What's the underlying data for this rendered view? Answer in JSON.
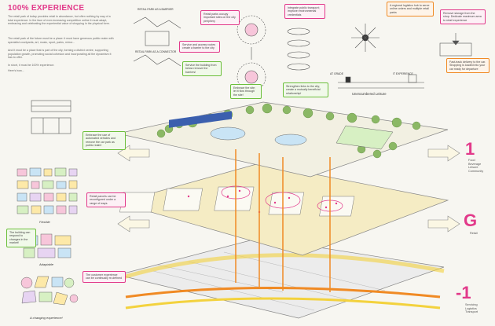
{
  "title": "100% EXPERIENCE",
  "intro": {
    "p1": "The retail park of today provides retail in abundance, but often nothing by way of a total experience. In the face of ever-increasing competition online it must adapt, embracing and celebrating the experiential value of shopping in the physical form.",
    "p2": "The retail park of the future must be a place: it must have generous public realm with specialist courtyards, art, music, sport, parks, mirror...",
    "p3": "And it must be a place that is part of the city, forming a district centre, supporting population growth, promoting social cohesion and incorporating all the dynamism it has to offer.",
    "p4": "In short, it must be 100% experience.",
    "p5": "Here's how..."
  },
  "left_notes": {
    "embrace": "Embrace the use of automated vehicles and remove the car park as public realm!",
    "parcels": "Retail parcels can be reconfigured under a range of ways.",
    "building": "The building can respond to changes in the market!",
    "customer": "The customer experience can be continually re-defined"
  },
  "left_captions": {
    "flexible": "Flexible",
    "adaptable": "Adaptable",
    "changing": "A changing experience!"
  },
  "sketch_labels": {
    "a": "RETAIL PARK AS A BARRIER",
    "b": "RETAIL PARK AS A CONNECTOR",
    "c": "AT GRADE",
    "d": "IT EXPERIENCE"
  },
  "top_notes": {
    "retail_parks": "Retail parks occupy important sites on the city periphery",
    "service": "Service and access routes create a barrier to the city",
    "service_building": "Service the building from below remove the barriers!",
    "embrace_site": "Embrace the site; let it flow through the site!",
    "integrate": "Integrate public transport; improve environmental credentials",
    "strengthen": "Strengthen links to the city; create a mutually beneficial relationship!",
    "logistics": "A regional logistics hub to serve online orders and multiple retail parks",
    "remove_storage": "Remove storage from the shop. Dedicate maximum area to retail experience",
    "fast_track": "Fast-track delivery to the car. Shopping is loaded into your car ready for departure"
  },
  "leisure_caption": "Unencumbered Leisure",
  "levels": [
    {
      "label": "1",
      "text": [
        "Food",
        "Beverage",
        "Leisure",
        "Community"
      ]
    },
    {
      "label": "G",
      "text": [
        "Retail"
      ]
    },
    {
      "label": "-1",
      "text": [
        "Servicing",
        "Logistics",
        "Transport"
      ]
    }
  ],
  "colors": {
    "accent": "#e2398a",
    "green": "#6bbf3a",
    "orange": "#f08a24",
    "yellow": "#f3d23e",
    "tree": "#8bb865"
  }
}
